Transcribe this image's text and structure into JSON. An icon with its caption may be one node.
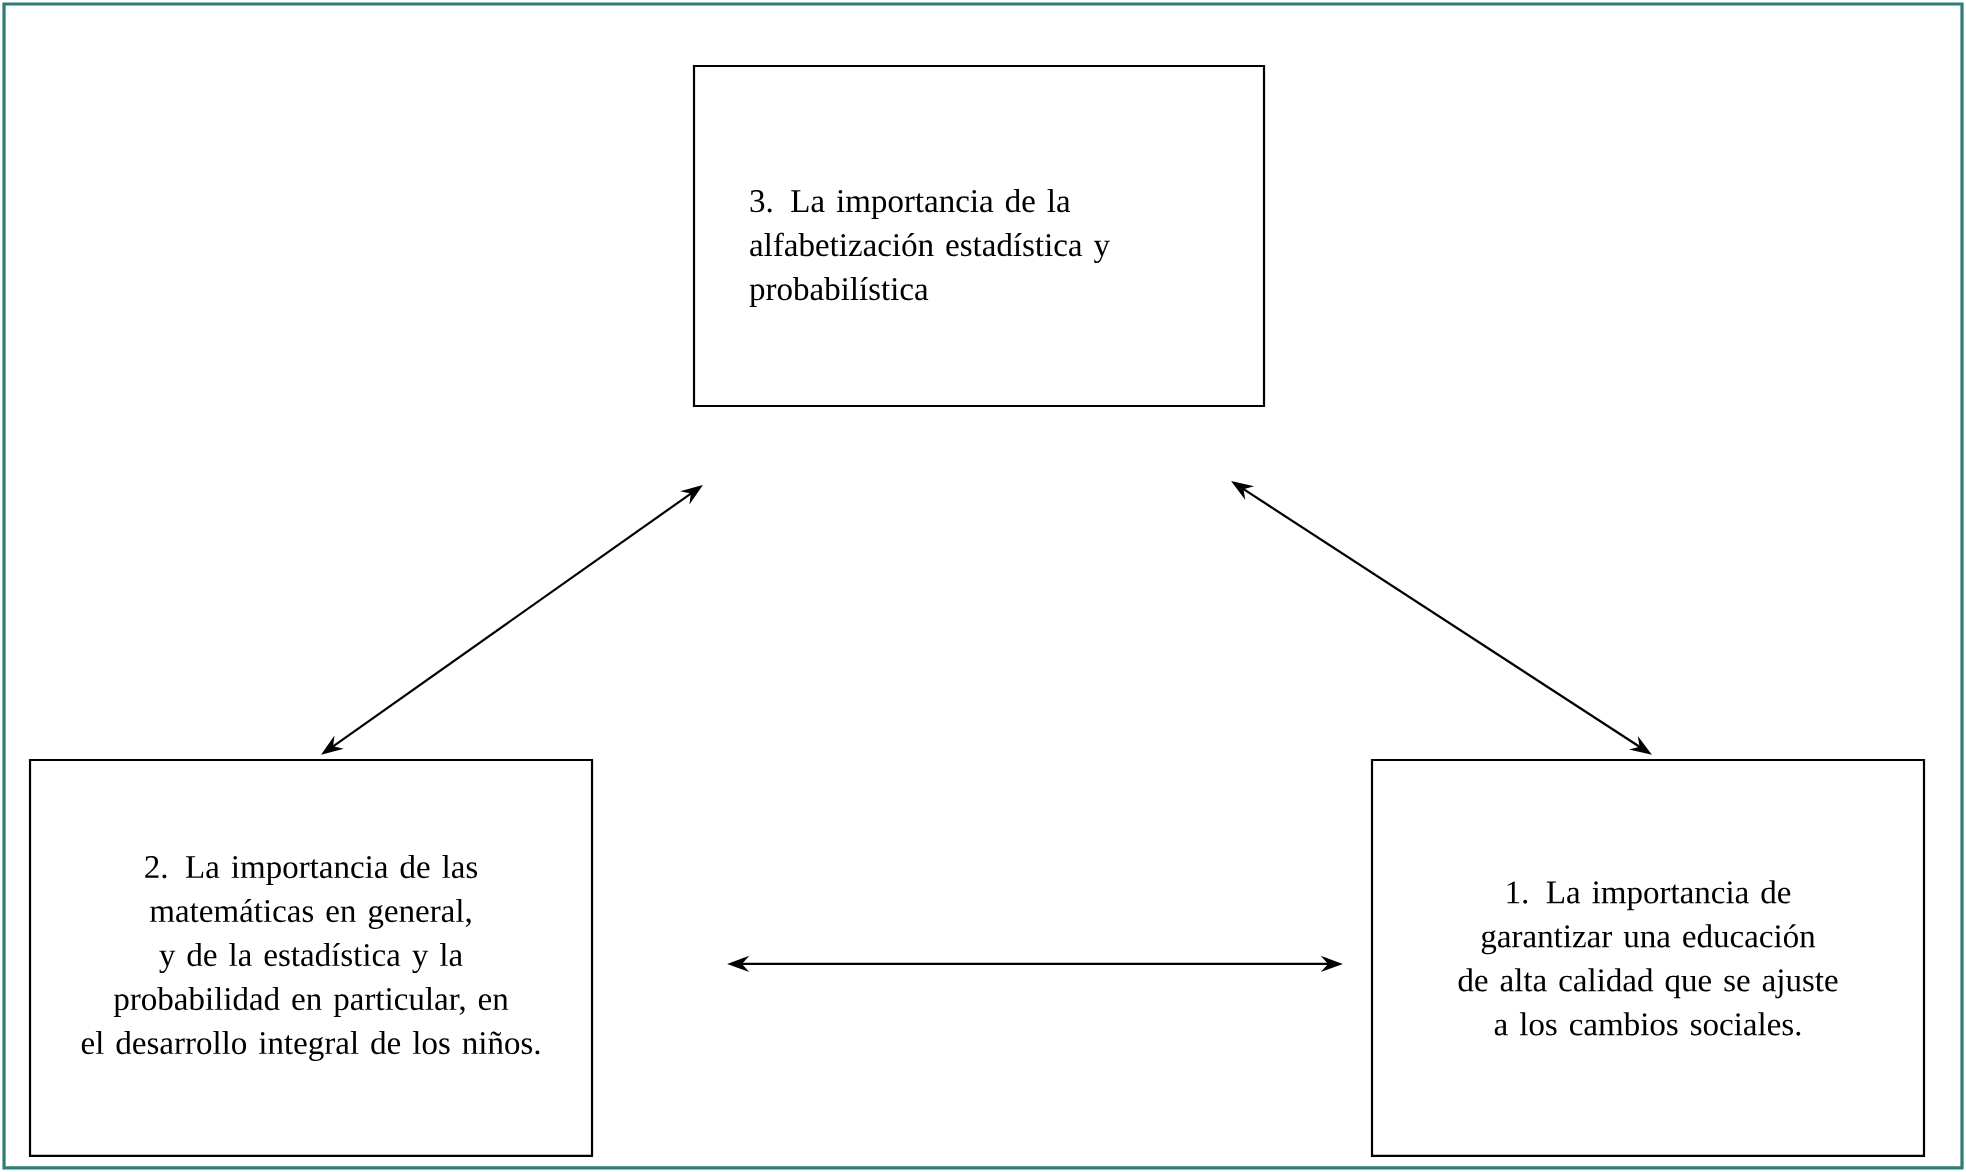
{
  "diagram": {
    "nodes": [
      {
        "text": [
          "3. La importancia de la alfabetización estadística y probabilística"
        ]
      },
      {
        "text": [
          "2. La importancia de las matemáticas en general, y de la estadística y la probabilidad en particular, en el desarrollo integral de los niños."
        ]
      },
      {
        "text": [
          "1. La importancia de garantizar una educación de alta calidad que se ajuste a los cambios sociales."
        ]
      }
    ],
    "edges": [
      {
        "from": 1,
        "to": 0,
        "arrow": "both"
      },
      {
        "from": 0,
        "to": 2,
        "arrow": "both"
      },
      {
        "from": 1,
        "to": 2,
        "arrow": "both"
      }
    ]
  }
}
